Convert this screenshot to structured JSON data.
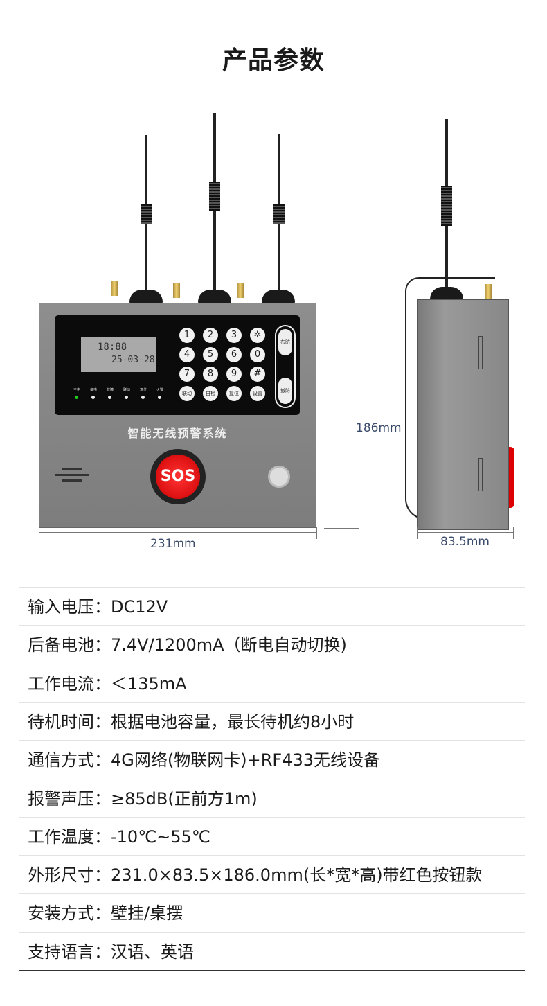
{
  "title": "产品参数",
  "device": {
    "lcd_time": "18:88",
    "lcd_date": "25-03-28",
    "keys": [
      "1",
      "2",
      "3",
      "✲",
      "4",
      "5",
      "6",
      "0",
      "7",
      "8",
      "9",
      "#"
    ],
    "func_keys": [
      "联动",
      "自检",
      "复位",
      "设置"
    ],
    "side_buttons": [
      "布防",
      "撤防"
    ],
    "leds": [
      "主电",
      "备电",
      "故障",
      "联动",
      "复位",
      "火警"
    ],
    "brand": "智能无线预警系统",
    "sos": "SOS"
  },
  "dimensions": {
    "width": "231mm",
    "height": "186mm",
    "depth": "83.5mm"
  },
  "specs": [
    {
      "label": "输入电压：",
      "value": "DC12V"
    },
    {
      "label": "后备电池：",
      "value": "7.4V/1200mA（断电自动切换)"
    },
    {
      "label": "工作电流：",
      "value": "＜135mA"
    },
    {
      "label": "待机时间：",
      "value": "根据电池容量，最长待机约8小时"
    },
    {
      "label": "通信方式：",
      "value": "4G网络(物联网卡)+RF433无线设备"
    },
    {
      "label": "报警声压：",
      "value": "≥85dB(正前方1m)"
    },
    {
      "label": "工作温度：",
      "value": "-10℃~55℃"
    },
    {
      "label": "外形尺寸：",
      "value": "231.0×83.5×186.0mm(长*宽*高)带红色按钮款"
    },
    {
      "label": "安装方式：",
      "value": "壁挂/桌摆"
    },
    {
      "label": "支持语言：",
      "value": "汉语、英语"
    }
  ]
}
